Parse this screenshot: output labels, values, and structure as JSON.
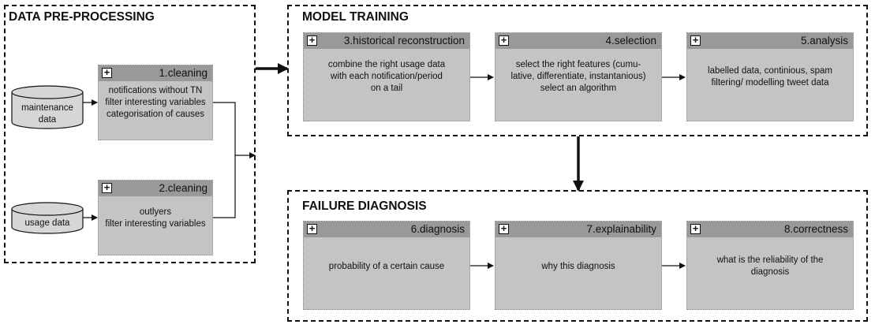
{
  "groups": {
    "preprocessing": {
      "title": "DATA PRE-PROCESSING"
    },
    "training": {
      "title": "MODEL TRAINING"
    },
    "diagnosis": {
      "title": "FAILURE DIAGNOSIS"
    }
  },
  "sources": {
    "maintenance": {
      "line1": "maintenance",
      "line2": "data"
    },
    "usage": {
      "label": "usage data"
    }
  },
  "boxes": {
    "cleaning1": {
      "title": "1.cleaning",
      "lines": [
        "notifications without TN",
        "filter interesting variables",
        "categorisation of causes"
      ]
    },
    "cleaning2": {
      "title": "2.cleaning",
      "lines": [
        "outlyers",
        "filter interesting variables"
      ]
    },
    "reconstruction": {
      "title": "3.historical reconstruction",
      "lines": [
        "combine the right usage data",
        "with each notification/period",
        "on a tail"
      ]
    },
    "selection": {
      "title": "4.selection",
      "lines": [
        "select the right features (cumu-",
        "lative, differentiate, instantanious)",
        "select an algorithm"
      ]
    },
    "analysis": {
      "title": "5.analysis",
      "lines": [
        "labelled data, continious, spam",
        "filtering/ modelling tweet data"
      ]
    },
    "diagnosis": {
      "title": "6.diagnosis",
      "lines": [
        "probability of a certain cause"
      ]
    },
    "explainability": {
      "title": "7.explainability",
      "lines": [
        "why this diagnosis"
      ]
    },
    "correctness": {
      "title": "8.correctness",
      "lines": [
        "what is the reliability of the",
        "diagnosis"
      ]
    }
  }
}
